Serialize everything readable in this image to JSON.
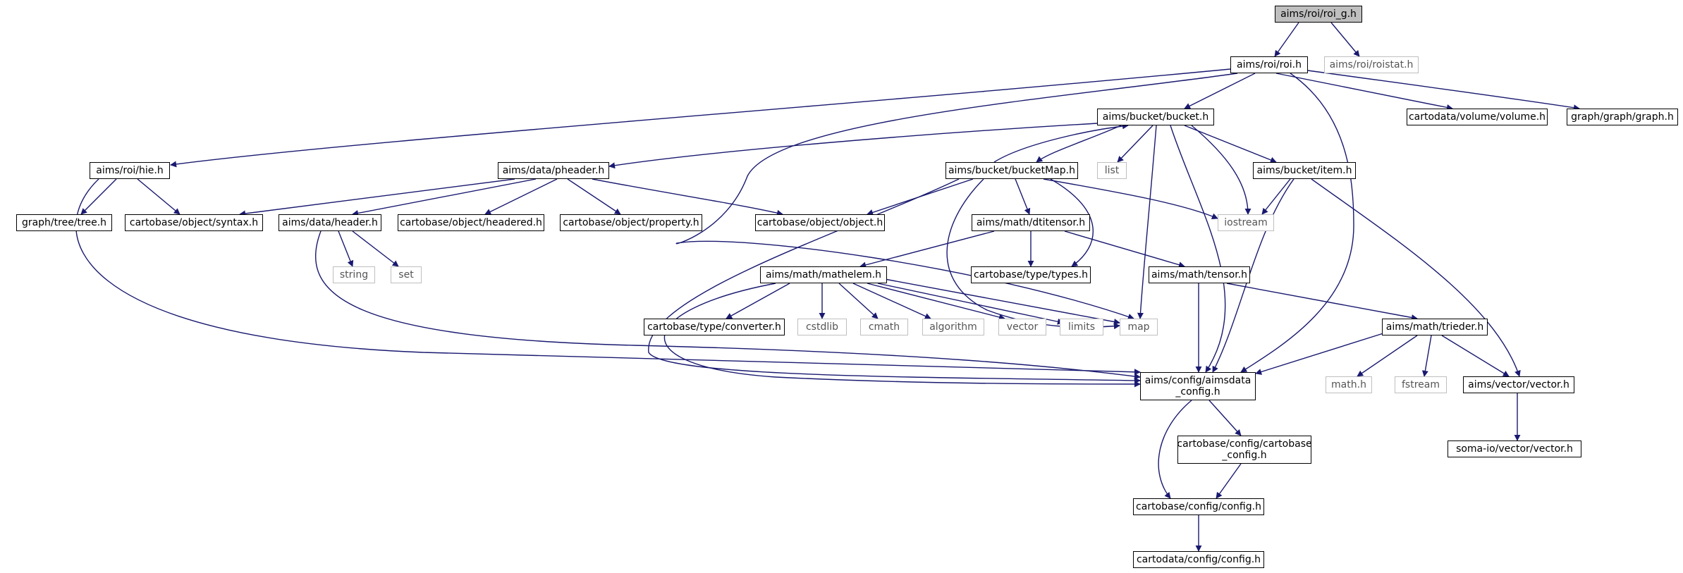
{
  "colors": {
    "edge": "#191970",
    "ext_border": "#bfbfbf",
    "root_fill": "#bfbfbf"
  },
  "nodes": {
    "roi_g": {
      "label": "aims/roi/roi_g.h",
      "kind": "root"
    },
    "roi": {
      "label": "aims/roi/roi.h",
      "kind": "internal"
    },
    "roistat": {
      "label": "aims/roi/roistat.h",
      "kind": "external"
    },
    "hie": {
      "label": "aims/roi/hie.h",
      "kind": "internal"
    },
    "bucket": {
      "label": "aims/bucket/bucket.h",
      "kind": "internal"
    },
    "volume": {
      "label": "cartodata/volume/volume.h",
      "kind": "internal"
    },
    "graph": {
      "label": "graph/graph/graph.h",
      "kind": "internal"
    },
    "pheader": {
      "label": "aims/data/pheader.h",
      "kind": "internal"
    },
    "bucketmap": {
      "label": "aims/bucket/bucketMap.h",
      "kind": "internal"
    },
    "list": {
      "label": "list",
      "kind": "external"
    },
    "item": {
      "label": "aims/bucket/item.h",
      "kind": "internal"
    },
    "tree": {
      "label": "graph/tree/tree.h",
      "kind": "internal"
    },
    "syntax": {
      "label": "cartobase/object/syntax.h",
      "kind": "internal"
    },
    "header": {
      "label": "aims/data/header.h",
      "kind": "internal"
    },
    "headered": {
      "label": "cartobase/object/headered.h",
      "kind": "internal"
    },
    "property": {
      "label": "cartobase/object/property.h",
      "kind": "internal"
    },
    "object": {
      "label": "cartobase/object/object.h",
      "kind": "internal"
    },
    "iostream": {
      "label": "iostream",
      "kind": "external"
    },
    "dtitensor": {
      "label": "aims/math/dtitensor.h",
      "kind": "internal"
    },
    "string": {
      "label": "string",
      "kind": "external"
    },
    "set": {
      "label": "set",
      "kind": "external"
    },
    "types": {
      "label": "cartobase/type/types.h",
      "kind": "internal"
    },
    "mathelem": {
      "label": "aims/math/mathelem.h",
      "kind": "internal"
    },
    "tensor": {
      "label": "aims/math/tensor.h",
      "kind": "internal"
    },
    "converter": {
      "label": "cartobase/type/converter.h",
      "kind": "internal"
    },
    "cstdlib": {
      "label": "cstdlib",
      "kind": "external"
    },
    "cmath": {
      "label": "cmath",
      "kind": "external"
    },
    "algorithm": {
      "label": "algorithm",
      "kind": "external"
    },
    "vectorstd": {
      "label": "vector",
      "kind": "external"
    },
    "limits": {
      "label": "limits",
      "kind": "external"
    },
    "map": {
      "label": "map",
      "kind": "external"
    },
    "trieder": {
      "label": "aims/math/trieder.h",
      "kind": "internal"
    },
    "aimsdata": {
      "label": "aims/config/aimsdata\n_config.h",
      "kind": "internal"
    },
    "mathh": {
      "label": "math.h",
      "kind": "external"
    },
    "fstream": {
      "label": "fstream",
      "kind": "external"
    },
    "vector": {
      "label": "aims/vector/vector.h",
      "kind": "internal"
    },
    "cbconfig": {
      "label": "cartobase/config/cartobase\n_config.h",
      "kind": "internal"
    },
    "somavector": {
      "label": "soma-io/vector/vector.h",
      "kind": "internal"
    },
    "config": {
      "label": "cartobase/config/config.h",
      "kind": "internal"
    },
    "cdconfig": {
      "label": "cartodata/config/config.h",
      "kind": "internal"
    }
  }
}
